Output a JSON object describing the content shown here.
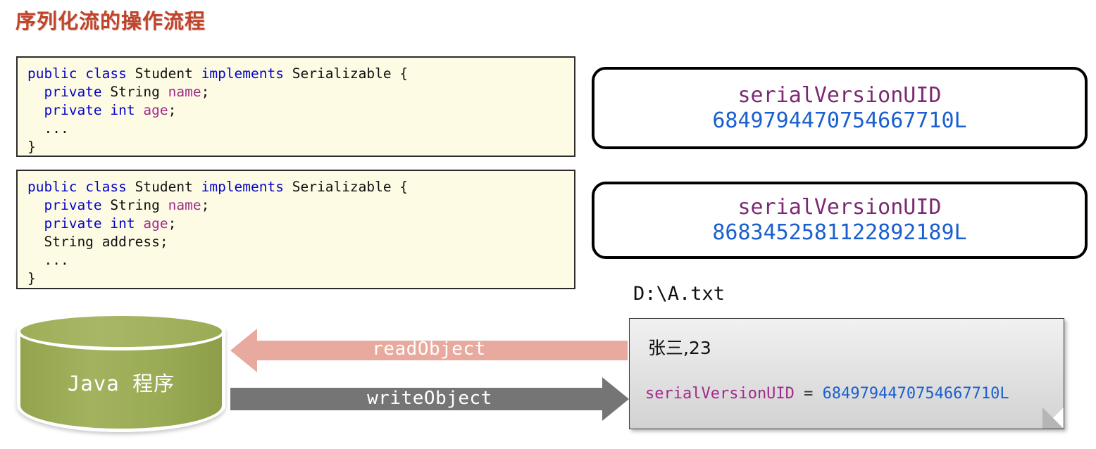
{
  "page": {
    "title": "序列化流的操作流程",
    "title_color": "#c0432a",
    "background": "#ffffff"
  },
  "code_blocks": [
    {
      "name": "student-class-v1",
      "background": "#fdfbe4",
      "border_color": "#2b2b2b",
      "lines": [
        [
          {
            "t": "public",
            "c": "kw"
          },
          {
            "t": " ",
            "c": "pun"
          },
          {
            "t": "class",
            "c": "kw"
          },
          {
            "t": " ",
            "c": "pun"
          },
          {
            "t": "Student",
            "c": "type"
          },
          {
            "t": " ",
            "c": "pun"
          },
          {
            "t": "implements",
            "c": "kw"
          },
          {
            "t": " ",
            "c": "pun"
          },
          {
            "t": "Serializable",
            "c": "type"
          },
          {
            "t": " {",
            "c": "pun"
          }
        ],
        [
          {
            "t": "  ",
            "c": "pun"
          },
          {
            "t": "private",
            "c": "kw"
          },
          {
            "t": " ",
            "c": "pun"
          },
          {
            "t": "String",
            "c": "type"
          },
          {
            "t": " ",
            "c": "pun"
          },
          {
            "t": "name",
            "c": "fld"
          },
          {
            "t": ";",
            "c": "pun"
          }
        ],
        [
          {
            "t": "  ",
            "c": "pun"
          },
          {
            "t": "private",
            "c": "kw"
          },
          {
            "t": " ",
            "c": "pun"
          },
          {
            "t": "int",
            "c": "kw"
          },
          {
            "t": " ",
            "c": "pun"
          },
          {
            "t": "age",
            "c": "fld"
          },
          {
            "t": ";",
            "c": "pun"
          }
        ],
        [
          {
            "t": "  ...",
            "c": "pun"
          }
        ],
        [
          {
            "t": "}",
            "c": "pun"
          }
        ]
      ]
    },
    {
      "name": "student-class-v2",
      "background": "#fdfbe4",
      "border_color": "#2b2b2b",
      "lines": [
        [
          {
            "t": "public",
            "c": "kw"
          },
          {
            "t": " ",
            "c": "pun"
          },
          {
            "t": "class",
            "c": "kw"
          },
          {
            "t": " ",
            "c": "pun"
          },
          {
            "t": "Student",
            "c": "type"
          },
          {
            "t": " ",
            "c": "pun"
          },
          {
            "t": "implements",
            "c": "kw"
          },
          {
            "t": " ",
            "c": "pun"
          },
          {
            "t": "Serializable",
            "c": "type"
          },
          {
            "t": " {",
            "c": "pun"
          }
        ],
        [
          {
            "t": "  ",
            "c": "pun"
          },
          {
            "t": "private",
            "c": "kw"
          },
          {
            "t": " ",
            "c": "pun"
          },
          {
            "t": "String",
            "c": "type"
          },
          {
            "t": " ",
            "c": "pun"
          },
          {
            "t": "name",
            "c": "fld"
          },
          {
            "t": ";",
            "c": "pun"
          }
        ],
        [
          {
            "t": "  ",
            "c": "pun"
          },
          {
            "t": "private",
            "c": "kw"
          },
          {
            "t": " ",
            "c": "pun"
          },
          {
            "t": "int",
            "c": "kw"
          },
          {
            "t": " ",
            "c": "pun"
          },
          {
            "t": "age",
            "c": "fld"
          },
          {
            "t": ";",
            "c": "pun"
          }
        ],
        [
          {
            "t": "  ",
            "c": "pun"
          },
          {
            "t": "String",
            "c": "type"
          },
          {
            "t": " ",
            "c": "pun"
          },
          {
            "t": "address",
            "c": "type"
          },
          {
            "t": ";",
            "c": "pun"
          }
        ],
        [
          {
            "t": "  ...",
            "c": "pun"
          }
        ],
        [
          {
            "t": "}",
            "c": "pun"
          }
        ]
      ]
    }
  ],
  "uid_boxes": [
    {
      "label": "serialVersionUID",
      "value": "6849794470754667710L",
      "label_color": "#7b2a72",
      "value_color": "#1a5fd0"
    },
    {
      "label": "serialVersionUID",
      "value": "8683452581122892189L",
      "label_color": "#7b2a72",
      "value_color": "#1a5fd0"
    }
  ],
  "file": {
    "path_label": "D:\\A.txt",
    "record_line": "张三,23",
    "uid_key": "serialVersionUID",
    "uid_equals": " = ",
    "uid_value": "6849794470754667710L",
    "uid_key_color": "#a22a8c",
    "uid_value_color": "#1a5fd0"
  },
  "java_node": {
    "label": "Java 程序",
    "fill_color": "#9aab55",
    "text_color": "#ffffff"
  },
  "arrows": [
    {
      "label": "readObject",
      "direction": "left",
      "color": "#e8aa9f",
      "text_color": "#ffffff"
    },
    {
      "label": "writeObject",
      "direction": "right",
      "color": "#757575",
      "text_color": "#ffffff"
    }
  ]
}
